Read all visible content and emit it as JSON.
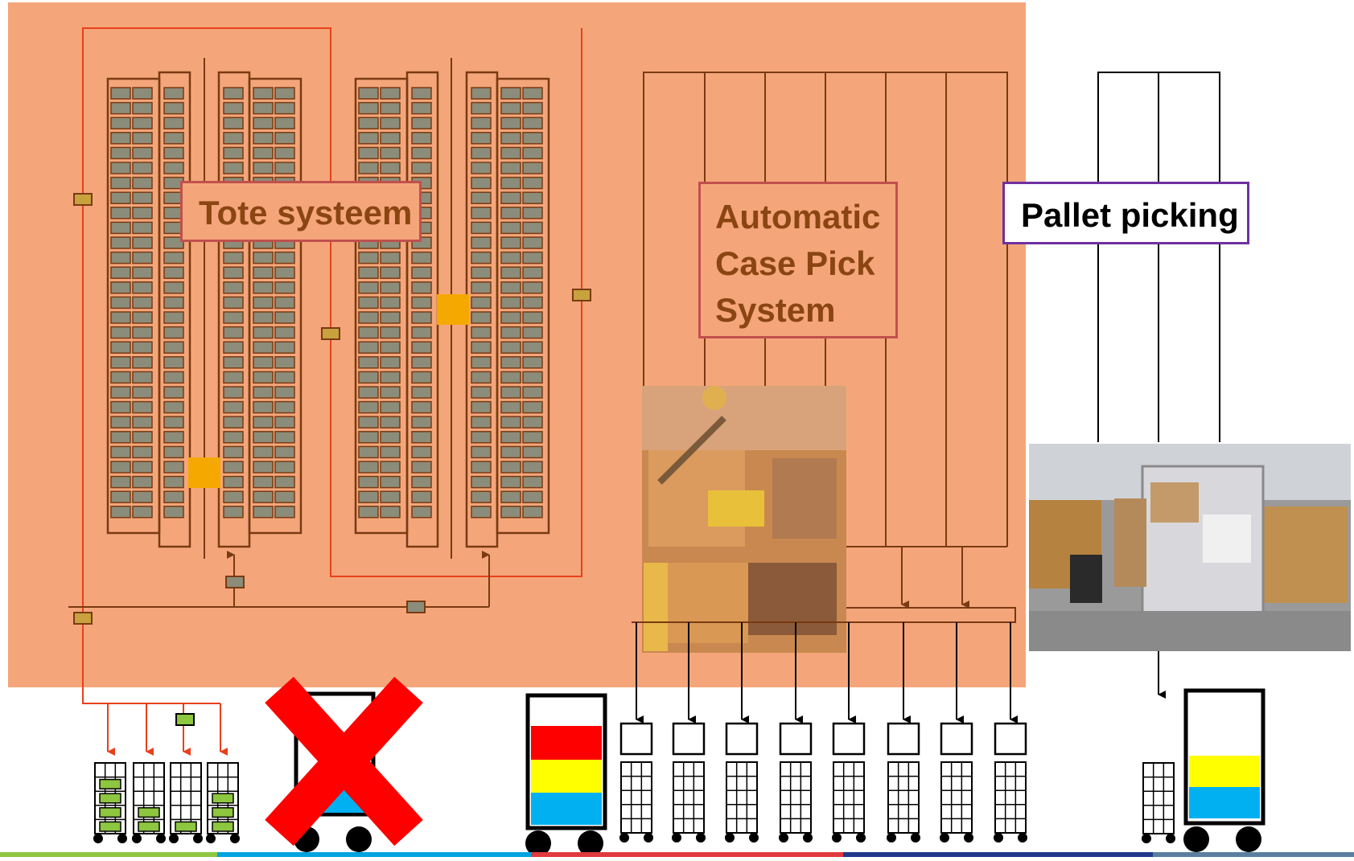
{
  "labels": {
    "tote": "Tote systeem",
    "acps_lines": [
      "Automatic",
      "Case Pick",
      "System"
    ],
    "pallet": "Pallet picking"
  },
  "colors": {
    "zone_fill": "#f4a67a",
    "rack_line": "#7a3a12",
    "tote_cell": "#8c8c7a",
    "red_line": "#e8401c",
    "shuttle": "#c8a23c",
    "lift": "#f5a800",
    "tote_green": "#8dc63f",
    "cross": "#ff0000",
    "cart_red": "#ff0000",
    "cart_yellow": "#ffff00",
    "cart_blue": "#00b0f0",
    "footer": [
      "#8dc63f",
      "#00a3e0",
      "#e03a3e",
      "#1f3a8a",
      "#5a7fa0"
    ]
  },
  "icons": {
    "robot_photo": "robot-cell-photo-icon",
    "warehouse_photo": "warehouse-roll-cage-photo-icon",
    "cross": "red-cross-icon"
  }
}
